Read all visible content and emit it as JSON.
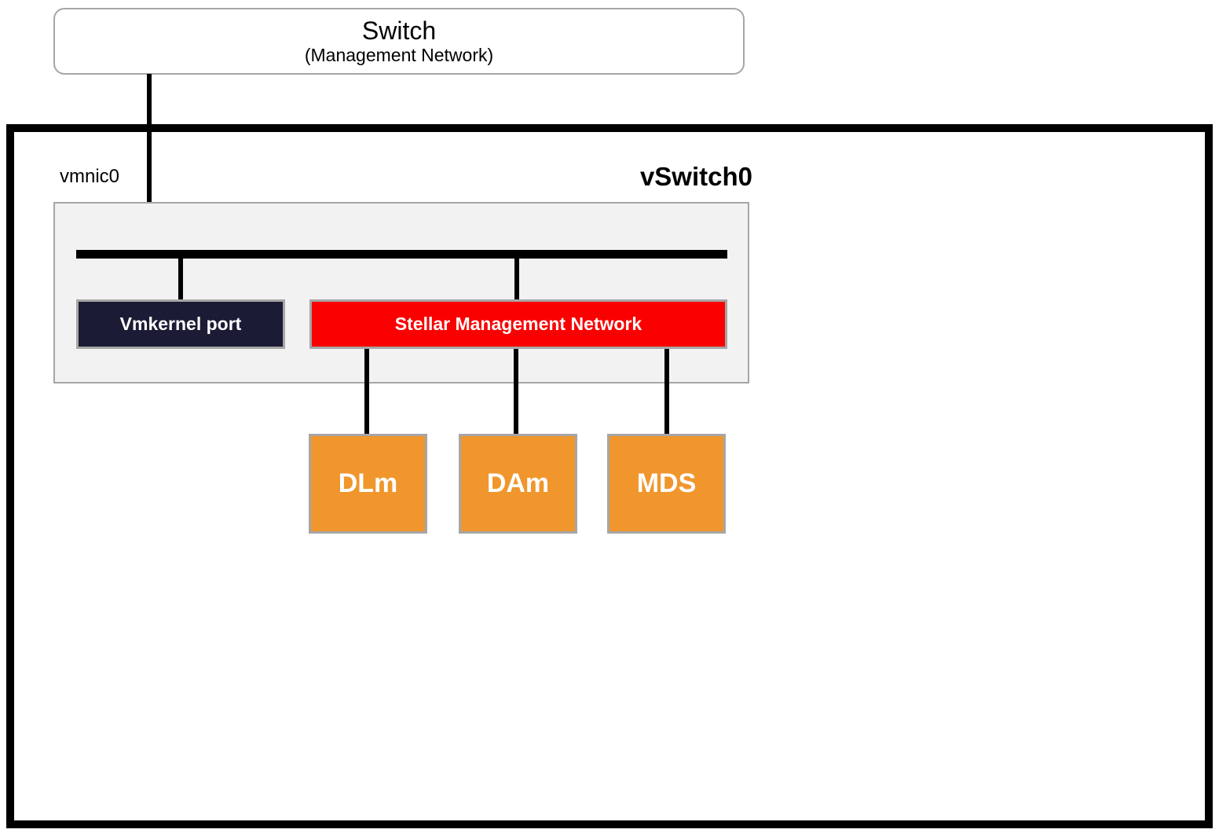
{
  "diagram": {
    "switch": {
      "title": "Switch",
      "subtitle": "(Management Network)"
    },
    "uplink_label": "vmnic0",
    "vswitch_label": "vSwitch0",
    "port_groups": [
      {
        "label": "Vmkernel port"
      },
      {
        "label": "Stellar Management Network"
      }
    ],
    "vms": [
      {
        "label": "DLm"
      },
      {
        "label": "DAm"
      },
      {
        "label": "MDS"
      }
    ],
    "colors": {
      "vmkernel_bg": "#1B1B35",
      "stellar_bg": "#FB0000",
      "vm_bg": "#F0962D",
      "panel_bg": "#F2F2F2",
      "border_gray": "#A6A6A6",
      "line_black": "#000000"
    }
  }
}
